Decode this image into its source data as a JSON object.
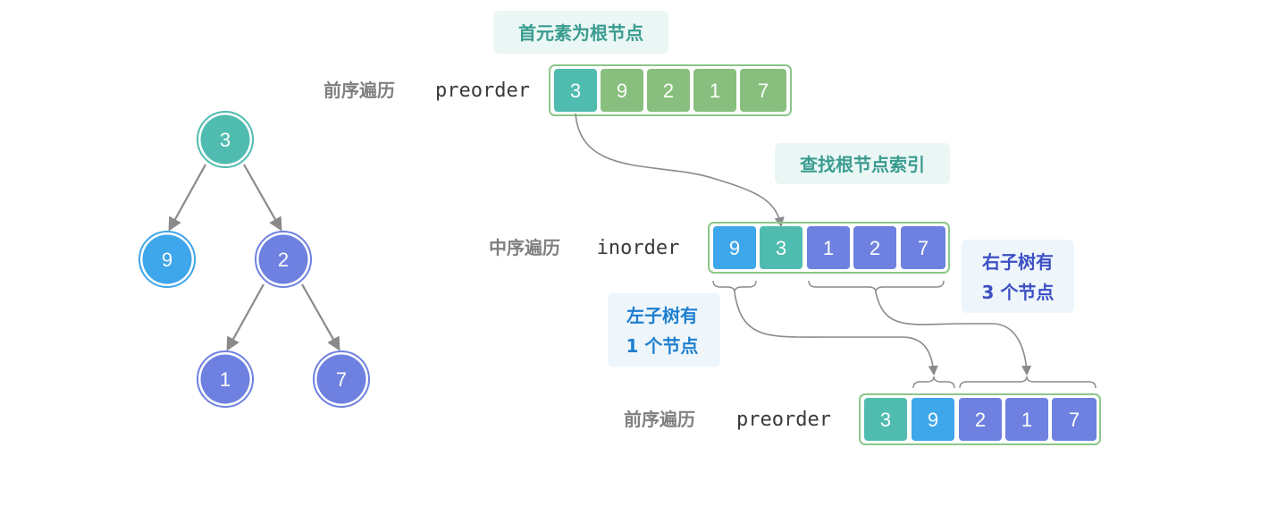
{
  "colors": {
    "teal": "#50bcb0",
    "teal_stroke": "#3d9c90",
    "green": "#88bf7e",
    "blue": "#3ea6ea",
    "blue_stroke": "#2b8ad0",
    "purple": "#6e81e0",
    "purple_stroke": "#5468c8",
    "frame": "#8cc68a",
    "arrow": "#8a8a8a",
    "note_bg": "#eef6fc",
    "note_teal_bg": "#eaf7f5",
    "note_teal_text": "#3a9c90",
    "note_blue_text": "#1f7fcf",
    "note_purple_text": "#3d4fc4"
  },
  "tree": {
    "root": "3",
    "left": "9",
    "right": "2",
    "right_left": "1",
    "right_right": "7"
  },
  "top_row": {
    "label_cn": "前序遍历",
    "label_code": "preorder",
    "cells": [
      "3",
      "9",
      "2",
      "1",
      "7"
    ]
  },
  "middle_row": {
    "label_cn": "中序遍历",
    "label_code": "inorder",
    "cells": [
      "9",
      "3",
      "1",
      "2",
      "7"
    ]
  },
  "bottom_row": {
    "label_cn": "前序遍历",
    "label_code": "preorder",
    "cells": [
      "3",
      "9",
      "2",
      "1",
      "7"
    ]
  },
  "notes": {
    "first_root": "首元素为根节点",
    "find_root_index": "查找根节点索引",
    "left_subtree_line1": "左子树有",
    "left_subtree_line2": "1 个节点",
    "right_subtree_line1": "右子树有",
    "right_subtree_line2": "3 个节点"
  }
}
